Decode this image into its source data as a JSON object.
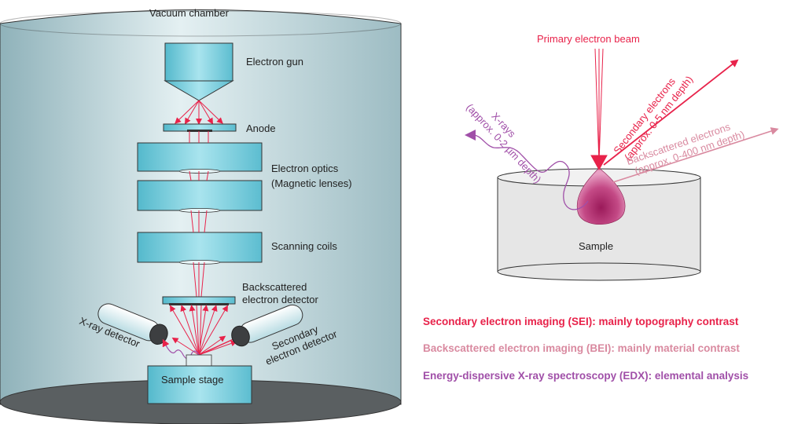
{
  "left": {
    "vacuum_chamber": "Vacuum chamber",
    "electron_gun": "Electron gun",
    "anode": "Anode",
    "electron_optics_1": "Electron optics",
    "electron_optics_2": "(Magnetic lenses)",
    "scanning_coils": "Scanning coils",
    "bse_detector_1": "Backscattered",
    "bse_detector_2": "electron detector",
    "xray_detector": "X-ray detector",
    "se_detector_1": "Secondary",
    "se_detector_2": "electron detector",
    "sample_stage": "Sample stage"
  },
  "right": {
    "primary_beam": "Primary electron beam",
    "secondary_1": "Secondary electrons",
    "secondary_2": "(approx. 0-5 nm depth)",
    "backscattered_1": "Backscattered electrons",
    "backscattered_2": "(approx. 0-400 nm depth)",
    "xrays_1": "X-rays",
    "xrays_2": "(approx. 0-2 µm depth)",
    "sample": "Sample"
  },
  "legend": {
    "sei": "Secondary electron imaging (SEI): mainly topography contrast",
    "bei": "Backscattered electron imaging (BEI): mainly material contrast",
    "edx": "Energy-dispersive X-ray spectroscopy (EDX): elemental analysis"
  },
  "colors": {
    "beam": "#e8224a",
    "backscatter": "#d98aa0",
    "xray": "#a04fa8",
    "lens": "#7fd0de",
    "chamber": "#b7d3d9"
  }
}
